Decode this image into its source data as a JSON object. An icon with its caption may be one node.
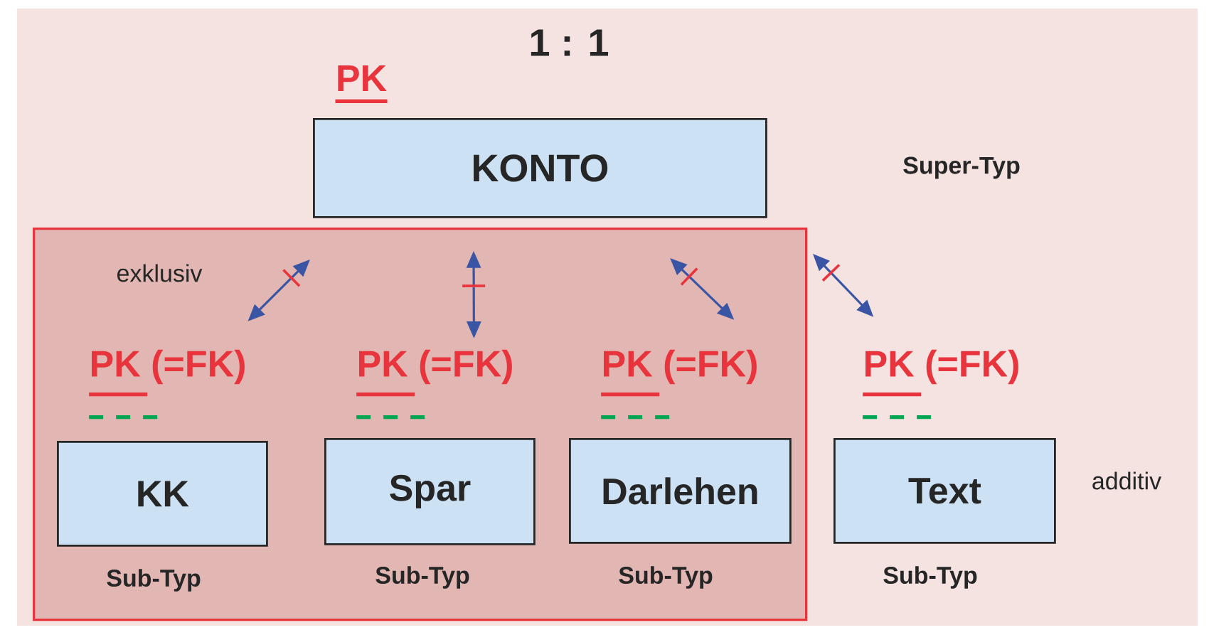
{
  "diagram": {
    "title": "1 : 1",
    "nodes": [
      {
        "text": [
          "KONTO"
        ],
        "beside": [
          "PK"
        ]
      },
      {
        "text": [
          "exklusiv"
        ]
      },
      {
        "text": [
          "KK"
        ],
        "in": 1,
        "beside": [
          "PK (=FK)",
          "Sub-Typ"
        ]
      },
      {
        "text": [
          "Spar"
        ],
        "in": 1,
        "beside": [
          "PK (=FK)",
          "Sub-Typ"
        ]
      },
      {
        "text": [
          "Darlehen"
        ],
        "in": 1,
        "beside": [
          "PK (=FK)",
          "Sub-Typ"
        ]
      },
      {
        "text": [
          "Text"
        ],
        "beside": [
          "PK (=FK)",
          "Sub-Typ"
        ]
      }
    ],
    "edges": [
      {
        "from": 0,
        "to": 2,
        "arrow": "both"
      },
      {
        "from": 0,
        "to": 3,
        "arrow": "both"
      },
      {
        "from": 0,
        "to": 4,
        "arrow": "both"
      },
      {
        "from": 0,
        "to": 5,
        "arrow": "both"
      }
    ],
    "labels": [
      "Super-Typ",
      "additiv"
    ]
  }
}
